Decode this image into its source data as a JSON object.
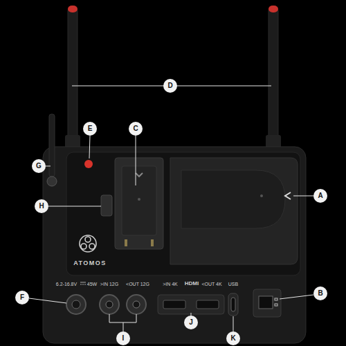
{
  "diagram": {
    "nodes": [
      {
        "text": [
          "D"
        ]
      },
      {
        "text": [
          "E"
        ]
      },
      {
        "text": [
          "C"
        ]
      },
      {
        "text": [
          "G"
        ]
      },
      {
        "text": [
          "A"
        ]
      },
      {
        "text": [
          "H"
        ]
      },
      {
        "text": [
          "B"
        ]
      },
      {
        "text": [
          "F"
        ]
      },
      {
        "text": [
          "J"
        ]
      },
      {
        "text": [
          "I"
        ]
      },
      {
        "text": [
          "K"
        ]
      }
    ],
    "labels": [
      "ATOMOS",
      "6.2-16.8V",
      "45W",
      ">IN 12G",
      "<OUT 12G",
      ">IN 4K",
      "HDMI",
      "<OUT 4K",
      "USB"
    ]
  }
}
